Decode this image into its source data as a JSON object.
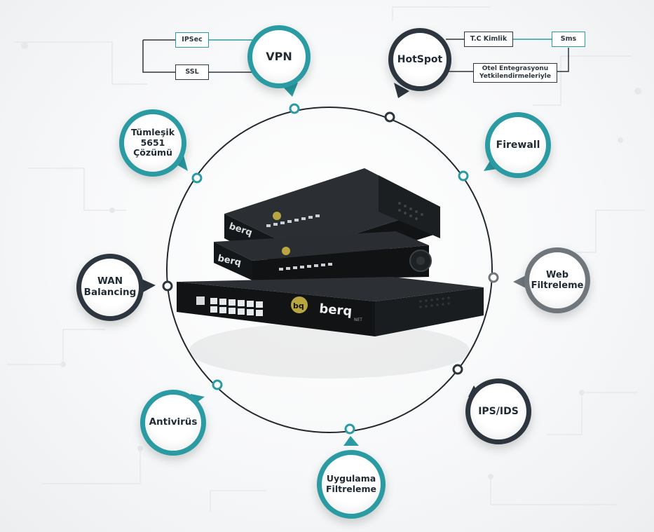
{
  "features": {
    "vpn": {
      "label": "VPN"
    },
    "hotspot": {
      "label": "HotSpot"
    },
    "tumlesik": {
      "label": "Tümleşik\n5651\nÇözümü"
    },
    "firewall": {
      "label": "Firewall"
    },
    "wan": {
      "label": "WAN\nBalancing"
    },
    "web": {
      "label": "Web\nFiltreleme"
    },
    "antivirus": {
      "label": "Antivirüs"
    },
    "ips": {
      "label": "IPS/IDS"
    },
    "uygulama": {
      "label": "Uygulama\nFiltreleme"
    }
  },
  "vpn_options": {
    "ipsec": "IPSec",
    "ssl": "SSL"
  },
  "hotspot_options": {
    "tc_kimlik": "T.C Kimlik",
    "sms": "Sms",
    "otel": "Otel Entegrasyonu\nYetkilendirmeleriyle"
  },
  "device": {
    "brand_top": "berq",
    "brand_mid": "berq",
    "brand_front": "berq",
    "brand_suffix": "NET",
    "logo_badge": "bq"
  },
  "colors": {
    "teal": "#2a9ba2",
    "dark": "#2d363e",
    "gray": "#6f767c"
  }
}
